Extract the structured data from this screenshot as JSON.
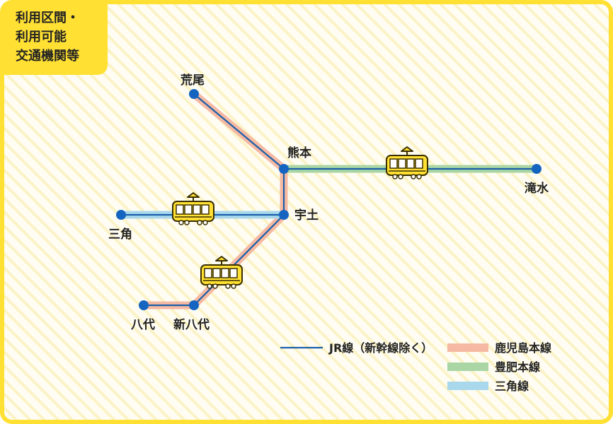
{
  "header": {
    "title_lines": [
      "利用区間・",
      "利用可能",
      "交通機関等"
    ]
  },
  "stations": {
    "arao": "荒尾",
    "kumamoto": "熊本",
    "ozu": "滝水",
    "uto": "宇土",
    "misumi": "三角",
    "yatsushiro": "八代",
    "shin_yatsushiro": "新八代"
  },
  "legend": {
    "jr_line": "JR線（新幹線除く）",
    "kagoshima": "鹿児島本線",
    "hohi": "豊肥本線",
    "misumi": "三角線"
  },
  "colors": {
    "accent_yellow": "#FFE033",
    "jr_line": "#1a5fa8",
    "kagoshima_line": "#f6b9a3",
    "hohi_line": "#a9d6a4",
    "misumi_line": "#a9d8ec",
    "station_dot": "#1565c0",
    "tram_body": "#FFE033"
  },
  "icons": {
    "tram": "tram-icon"
  }
}
